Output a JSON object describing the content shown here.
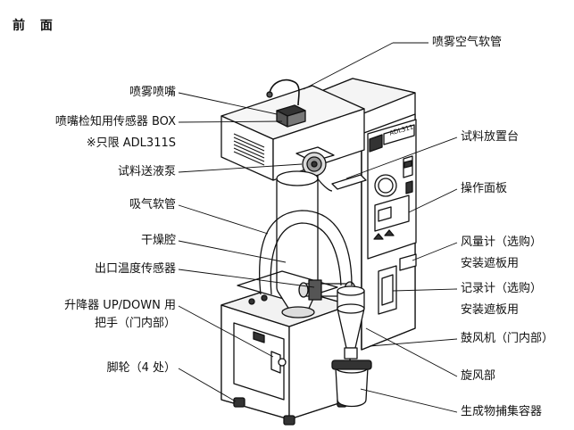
{
  "title": "前 面",
  "colors": {
    "line": "#111111",
    "fill": "#ffffff",
    "shade": "#e6e6e6",
    "dark": "#444444"
  },
  "model_plate": "ADL311",
  "left_labels": [
    {
      "id": "spray-nozzle",
      "text": "喷雾喷嘴"
    },
    {
      "id": "nozzle-sensor-box",
      "text": "喷嘴检知用传感器 BOX"
    },
    {
      "id": "adl311s-only",
      "text": "※只限 ADL311S"
    },
    {
      "id": "sample-pump",
      "text": "试料送液泵"
    },
    {
      "id": "suction-hose",
      "text": "吸气软管"
    },
    {
      "id": "drying-chamber",
      "text": "干燥腔"
    },
    {
      "id": "outlet-temp-sensor",
      "text": "出口温度传感器"
    },
    {
      "id": "lift-handle-1",
      "text": "升降器 UP/DOWN 用"
    },
    {
      "id": "lift-handle-2",
      "text": "把手（门内部）"
    },
    {
      "id": "casters",
      "text": "脚轮（4 处）"
    }
  ],
  "right_labels": [
    {
      "id": "spray-air-hose",
      "text": "喷雾空气软管"
    },
    {
      "id": "sample-table",
      "text": "试料放置台"
    },
    {
      "id": "operation-panel",
      "text": "操作面板"
    },
    {
      "id": "airflow-meter-1",
      "text": "风量计（选购）"
    },
    {
      "id": "airflow-meter-2",
      "text": "安装遮板用"
    },
    {
      "id": "recorder-1",
      "text": "记录计（选购）"
    },
    {
      "id": "recorder-2",
      "text": "安装遮板用"
    },
    {
      "id": "blower",
      "text": "鼓风机（门内部）"
    },
    {
      "id": "cyclone",
      "text": "旋风部"
    },
    {
      "id": "collector",
      "text": "生成物捕集容器"
    }
  ]
}
